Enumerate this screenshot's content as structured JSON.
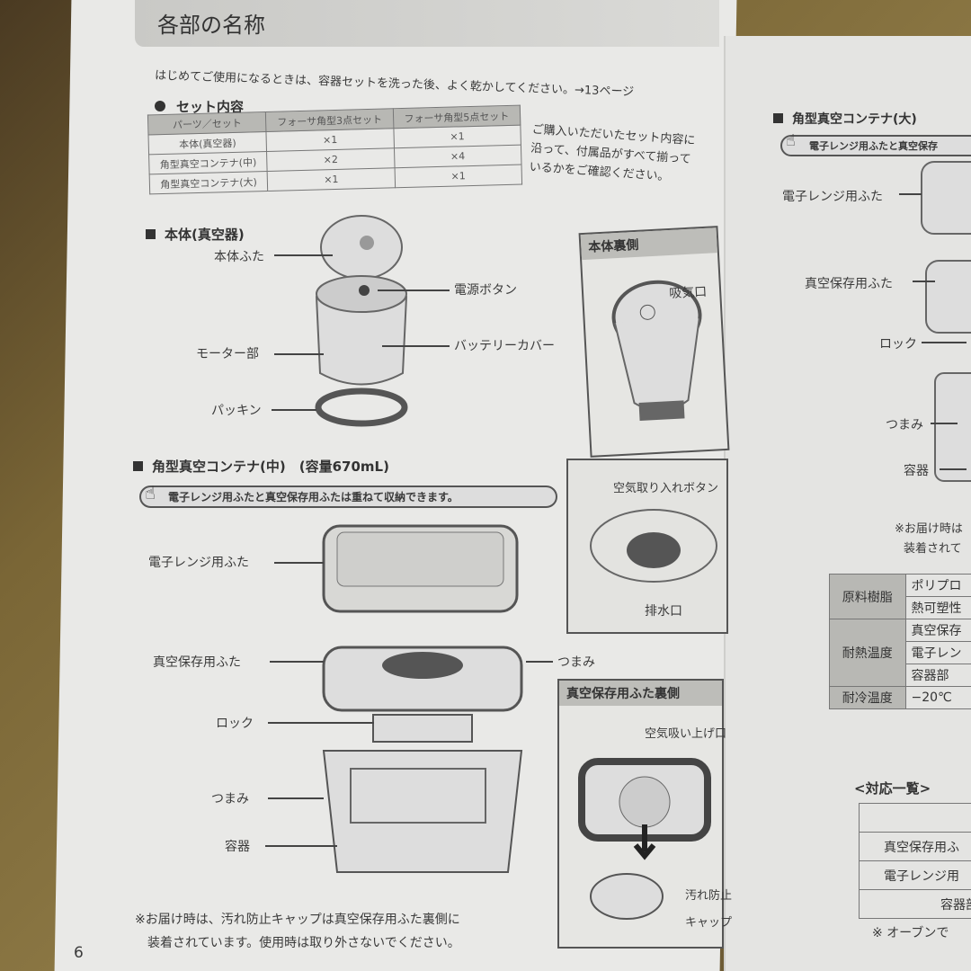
{
  "header": {
    "title": "各部の名称"
  },
  "intro": "はじめてご使用になるときは、容器セットを洗った後、よく乾かしてください。→13ページ",
  "set_contents": {
    "heading": "セット内容",
    "columns": [
      "パーツ／セット",
      "フォーサ角型3点セット",
      "フォーサ角型5点セット"
    ],
    "rows": [
      [
        "本体(真空器)",
        "×1",
        "×1"
      ],
      [
        "角型真空コンテナ(中)",
        "×2",
        "×4"
      ],
      [
        "角型真空コンテナ(大)",
        "×1",
        "×1"
      ]
    ],
    "note": [
      "ご購入いただいたセット内容に",
      "沿って、付属品がすべて揃って",
      "いるかをご確認ください。"
    ]
  },
  "body_section": {
    "heading": "本体(真空器)",
    "labels": {
      "lid": "本体ふた",
      "power": "電源ボタン",
      "motor": "モーター部",
      "battery": "バッテリーカバー",
      "packing": "パッキン"
    },
    "back_box": {
      "title": "本体裏側",
      "intake": "吸気口"
    }
  },
  "medium": {
    "heading": "角型真空コンテナ(中)　(容量670mL)",
    "hint": "電子レンジ用ふたと真空保存用ふたは重ねて収納できます。",
    "labels": {
      "microwave_lid": "電子レンジ用ふた",
      "vacuum_lid": "真空保存用ふた",
      "knob1": "つまみ",
      "lock": "ロック",
      "knob2": "つまみ",
      "container": "容器"
    },
    "air_box": {
      "title": "空気取り入れボタン",
      "drain": "排水口"
    },
    "underside_box": {
      "title": "真空保存用ふた裏側",
      "suction": "空気吸い上げ口",
      "cap1": "汚れ防止",
      "cap2": "キャップ"
    },
    "footnote": [
      "※お届け時は、汚れ防止キャップは真空保存用ふた裏側に",
      "装着されています。使用時は取り外さないでください。"
    ],
    "page_number": "6"
  },
  "large": {
    "heading": "角型真空コンテナ(大)",
    "hint": "電子レンジ用ふたと真空保存",
    "labels": {
      "microwave_lid": "電子レンジ用ふた",
      "vacuum_lid": "真空保存用ふた",
      "lock": "ロック",
      "knob": "つまみ",
      "container": "容器"
    },
    "footnote": [
      "※お届け時は",
      "装着されて"
    ],
    "spec_table": [
      {
        "label": "原料樹脂",
        "values": [
          "ポリプロ",
          "熱可塑性"
        ]
      },
      {
        "label": "耐熱温度",
        "values": [
          "真空保存",
          "電子レン",
          "容器部"
        ]
      },
      {
        "label": "耐冷温度",
        "values": [
          "−20℃"
        ]
      }
    ],
    "compat_heading": "<対応一覧>",
    "compat_rows": [
      "",
      "真空保存用ふ",
      "電子レンジ用",
      "容器部"
    ],
    "compat_note": "※ オーブンで"
  }
}
